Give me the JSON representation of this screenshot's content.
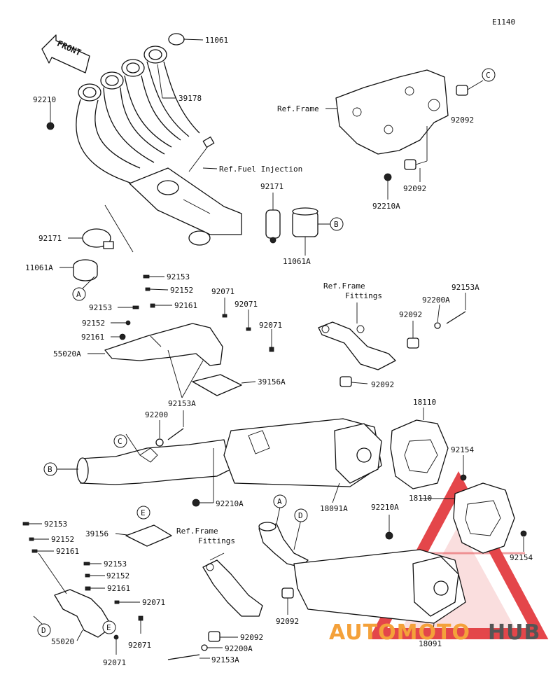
{
  "diagram_code": "E1140",
  "front_label": "FRONT",
  "part_labels": [
    {
      "id": "p11061",
      "text": "11061"
    },
    {
      "id": "p39178",
      "text": "39178"
    },
    {
      "id": "p92210",
      "text": "92210"
    },
    {
      "id": "pRefFuel",
      "text": "Ref.Fuel Injection"
    },
    {
      "id": "p92171a",
      "text": "92171"
    },
    {
      "id": "p92171b",
      "text": "92171"
    },
    {
      "id": "p11061A_a",
      "text": "11061A"
    },
    {
      "id": "p11061A_b",
      "text": "11061A"
    },
    {
      "id": "pRefFrame1",
      "text": "Ref.Frame"
    },
    {
      "id": "p92092a",
      "text": "92092"
    },
    {
      "id": "p92092b",
      "text": "92092"
    },
    {
      "id": "p92210A_a",
      "text": "92210A"
    },
    {
      "id": "p92153a",
      "text": "92153"
    },
    {
      "id": "p92152a",
      "text": "92152"
    },
    {
      "id": "p92161a",
      "text": "92161"
    },
    {
      "id": "p92153b",
      "text": "92153"
    },
    {
      "id": "p92152b",
      "text": "92152"
    },
    {
      "id": "p92161b",
      "text": "92161"
    },
    {
      "id": "p92071a",
      "text": "92071"
    },
    {
      "id": "p92071b",
      "text": "92071"
    },
    {
      "id": "p92071c",
      "text": "92071"
    },
    {
      "id": "p55020A",
      "text": "55020A"
    },
    {
      "id": "p39156A",
      "text": "39156A"
    },
    {
      "id": "pRefFrameFit1a",
      "text": "Ref.Frame"
    },
    {
      "id": "pRefFrameFit1b",
      "text": "Fittings"
    },
    {
      "id": "p92200A_a",
      "text": "92200A"
    },
    {
      "id": "p92153A_a",
      "text": "92153A"
    },
    {
      "id": "p92092c",
      "text": "92092"
    },
    {
      "id": "p92092d",
      "text": "92092"
    },
    {
      "id": "p92153A_b",
      "text": "92153A"
    },
    {
      "id": "p92200",
      "text": "92200"
    },
    {
      "id": "p18110a",
      "text": "18110"
    },
    {
      "id": "p92154a",
      "text": "92154"
    },
    {
      "id": "p92210A_b",
      "text": "92210A"
    },
    {
      "id": "p18091A",
      "text": "18091A"
    },
    {
      "id": "p92210A_c",
      "text": "92210A"
    },
    {
      "id": "p18110b",
      "text": "18110"
    },
    {
      "id": "p92154b",
      "text": "92154"
    },
    {
      "id": "p92153c",
      "text": "92153"
    },
    {
      "id": "p92152c",
      "text": "92152"
    },
    {
      "id": "p92161c",
      "text": "92161"
    },
    {
      "id": "p39156",
      "text": "39156"
    },
    {
      "id": "pRefFrameFit2a",
      "text": "Ref.Frame"
    },
    {
      "id": "pRefFrameFit2b",
      "text": "Fittings"
    },
    {
      "id": "p92153d",
      "text": "92153"
    },
    {
      "id": "p92152d",
      "text": "92152"
    },
    {
      "id": "p92161d",
      "text": "92161"
    },
    {
      "id": "p92071d",
      "text": "92071"
    },
    {
      "id": "p92071e",
      "text": "92071"
    },
    {
      "id": "p92071f",
      "text": "92071"
    },
    {
      "id": "p55020",
      "text": "55020"
    },
    {
      "id": "p92092e",
      "text": "92092"
    },
    {
      "id": "p92092f",
      "text": "92092"
    },
    {
      "id": "p92200A_b",
      "text": "92200A"
    },
    {
      "id": "p92153A_c",
      "text": "92153A"
    },
    {
      "id": "p18091",
      "text": "18091"
    }
  ],
  "callouts": [
    {
      "id": "cC1",
      "text": "C"
    },
    {
      "id": "cB1",
      "text": "B"
    },
    {
      "id": "cA1",
      "text": "A"
    },
    {
      "id": "cC2",
      "text": "C"
    },
    {
      "id": "cB2",
      "text": "B"
    },
    {
      "id": "cE1",
      "text": "E"
    },
    {
      "id": "cA2",
      "text": "A"
    },
    {
      "id": "cD1",
      "text": "D"
    },
    {
      "id": "cD2",
      "text": "D"
    },
    {
      "id": "cE2",
      "text": "E"
    }
  ],
  "watermark": {
    "part1": "AUTOMOTO",
    "part2": "HUB",
    "color1": "#f4a13a",
    "color2": "#555555",
    "logo_color": "#e0262b"
  }
}
